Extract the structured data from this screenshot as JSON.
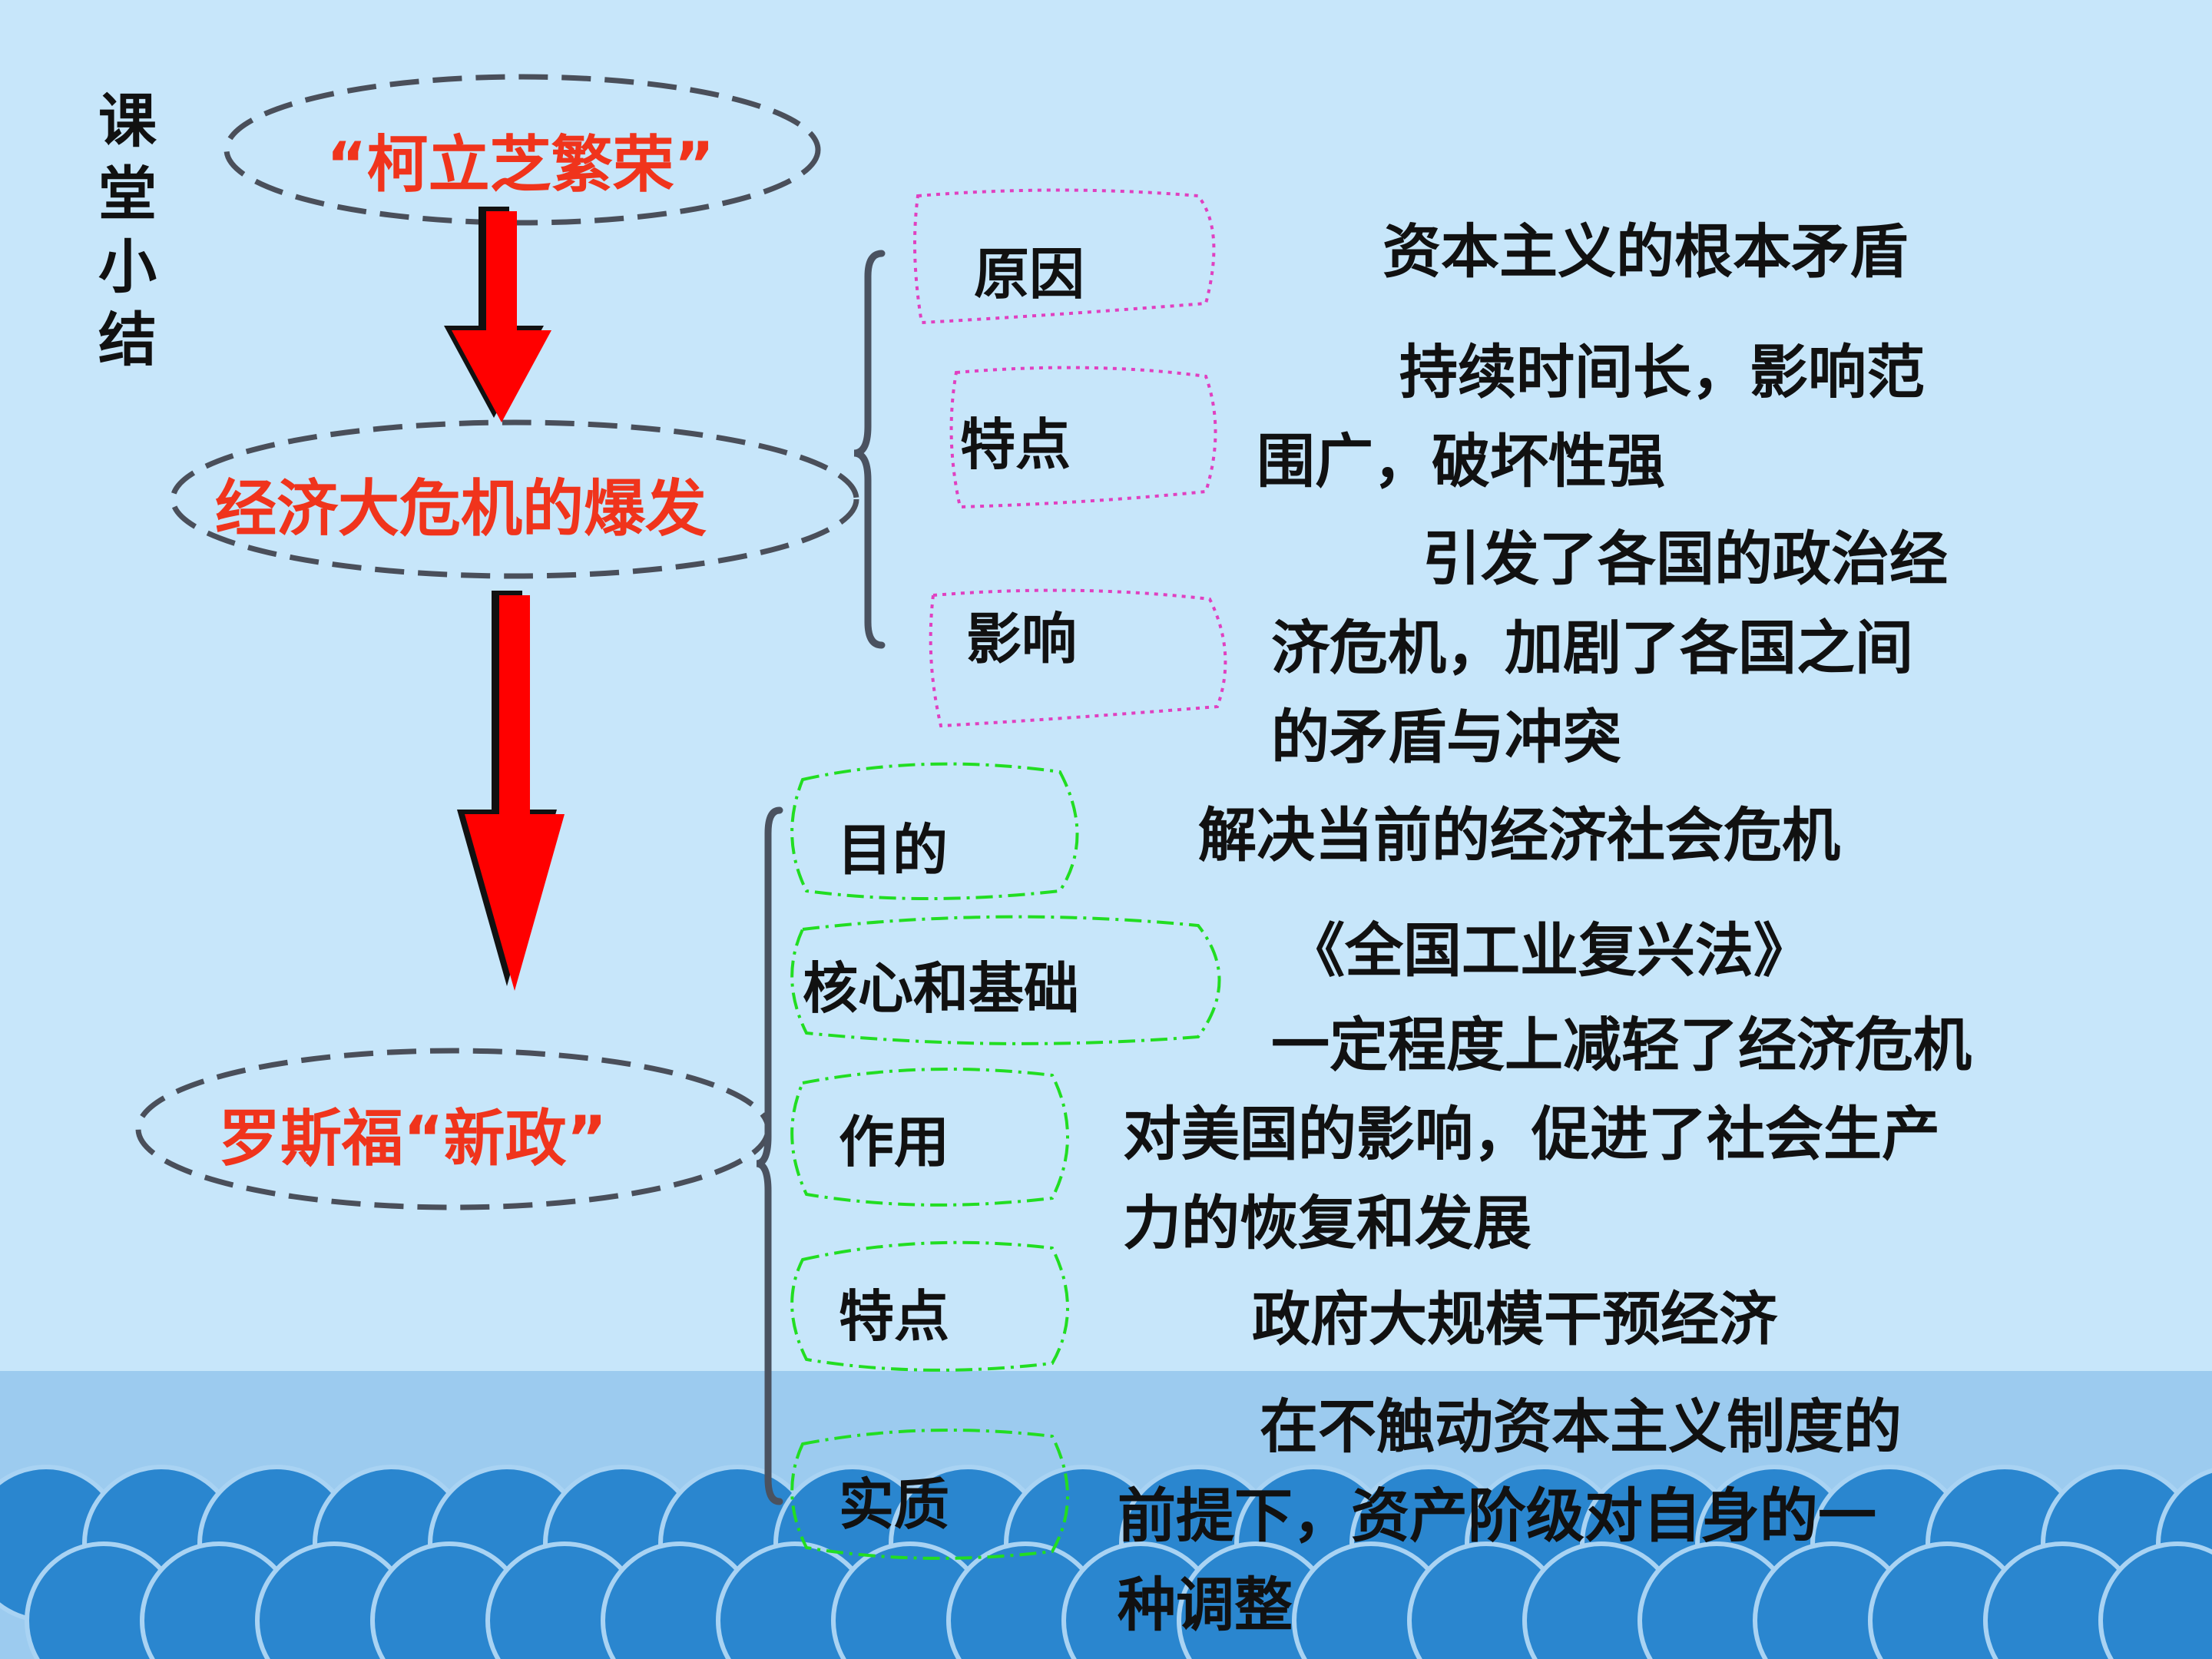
{
  "slide": {
    "side_title": "课堂小结",
    "coolidge": "“柯立芝繁荣”",
    "crisis": "经济大危机的爆发",
    "new_deal": "罗斯福“新政”",
    "crisis_items": [
      {
        "label": "原因",
        "desc": [
          "资本主义的根本矛盾"
        ]
      },
      {
        "label": "特点",
        "desc": [
          "持续时间长，影响范",
          "围广，破坏性强"
        ]
      },
      {
        "label": "影响",
        "desc": [
          "引发了各国的政治经",
          "济危机，加剧了各国之间",
          "的矛盾与冲突"
        ]
      }
    ],
    "newdeal_items": [
      {
        "label": "目的",
        "desc": [
          "解决当前的经济社会危机"
        ]
      },
      {
        "label": "核心和基础",
        "desc": [
          "《全国工业复兴法》"
        ]
      },
      {
        "label": "作用",
        "desc": [
          "一定程度上减轻了经济危机",
          "对美国的影响，促进了社会生产",
          "力的恢复和发展"
        ]
      },
      {
        "label": "特点",
        "desc": [
          "政府大规模干预经济"
        ]
      },
      {
        "label": "实质",
        "desc": [
          "在不触动资本主义制度的",
          "前提下，资产阶级对自身的一",
          "种调整"
        ]
      }
    ]
  },
  "colors": {
    "background": "#c7e6fa",
    "sea": "#2a86cf",
    "accent_red": "#f0341c",
    "arrow": "#ff0000",
    "pink_border": "#e040c0",
    "green_border": "#22dd22"
  }
}
